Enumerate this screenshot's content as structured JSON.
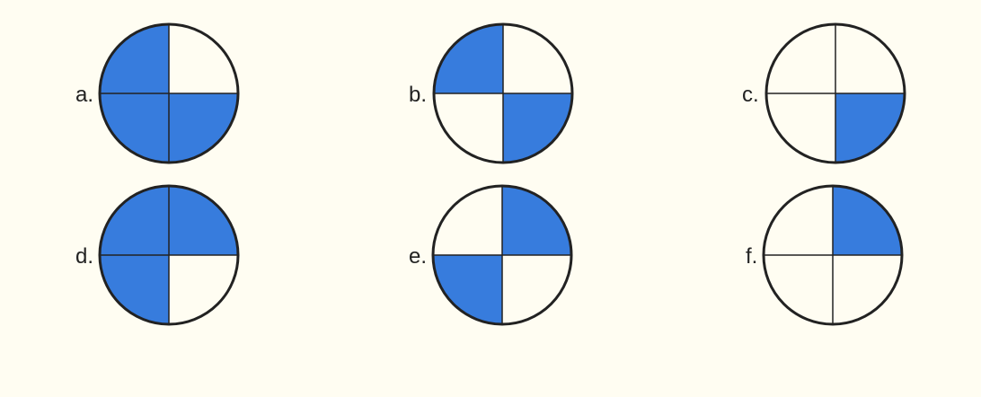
{
  "colors": {
    "fill": "#377cdd",
    "empty": "#fffdf2",
    "stroke": "#222222"
  },
  "circles": [
    {
      "label": "a.",
      "shaded_quadrants": [
        "top-left",
        "bottom-left",
        "bottom-right"
      ]
    },
    {
      "label": "b.",
      "shaded_quadrants": [
        "top-left",
        "bottom-right"
      ]
    },
    {
      "label": "c.",
      "shaded_quadrants": [
        "bottom-right"
      ]
    },
    {
      "label": "d.",
      "shaded_quadrants": [
        "top-left",
        "top-right",
        "bottom-left"
      ]
    },
    {
      "label": "e.",
      "shaded_quadrants": [
        "top-right",
        "bottom-left"
      ]
    },
    {
      "label": "f.",
      "shaded_quadrants": [
        "top-right"
      ]
    }
  ]
}
